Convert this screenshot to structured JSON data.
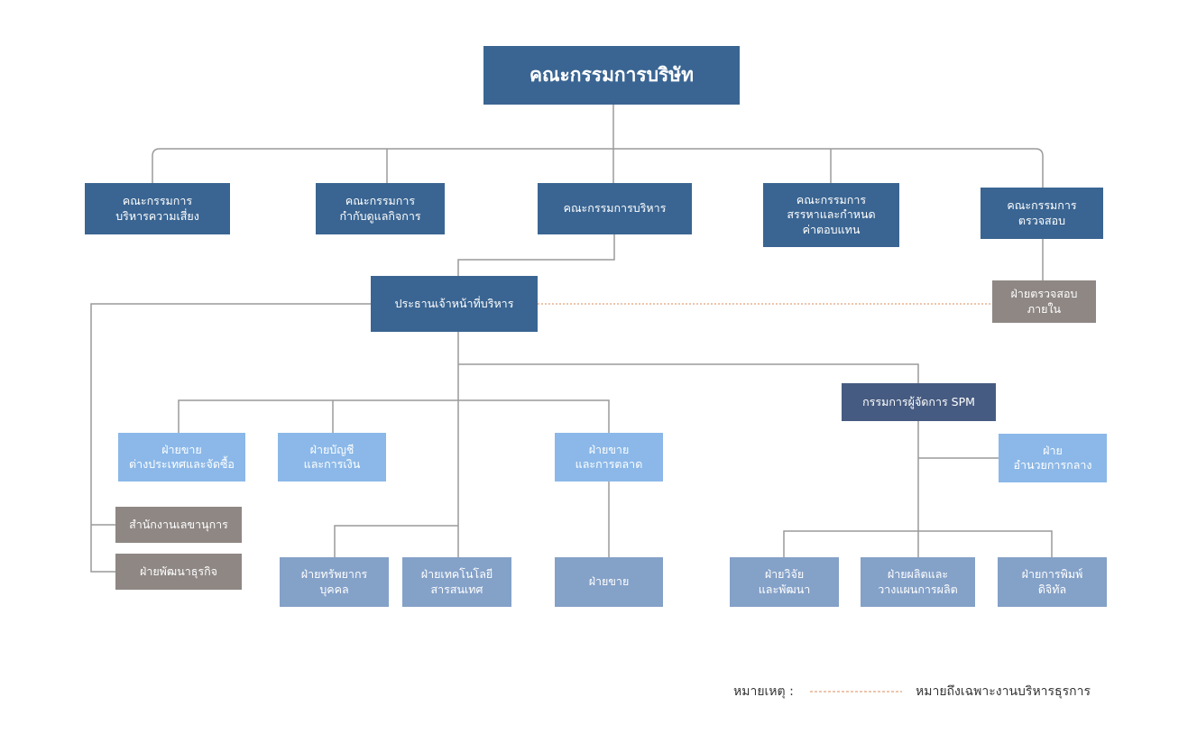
{
  "nodes": {
    "board": "คณะกรรมการบริษัท",
    "risk_committee": "คณะกรรมการ\nบริหารความเสี่ยง",
    "governance_committee": "คณะกรรมการ\nกำกับดูแลกิจการ",
    "executive_committee": "คณะกรรมการบริหาร",
    "nomination_committee": "คณะกรรมการ\nสรรหาและกำหนด\nค่าตอบแทน",
    "audit_committee": "คณะกรรมการ\nตรวจสอบ",
    "internal_audit": "ฝ่ายตรวจสอบ\nภายใน",
    "ceo": "ประธานเจ้าหน้าที่บริหาร",
    "md_spm": "กรรมการผู้จัดการ SPM",
    "intl_sales_procurement": "ฝ่ายขาย\nต่างประเทศและจัดซื้อ",
    "accounting_finance": "ฝ่ายบัญชี\nและการเงิน",
    "sales_marketing": "ฝ่ายขาย\nและการตลาด",
    "central_admin": "ฝ่าย\nอำนวยการกลาง",
    "secretary_office": "สำนักงานเลขานุการ",
    "business_dev": "ฝ่ายพัฒนาธุรกิจ",
    "human_resources": "ฝ่ายทรัพยากร\nบุคคล",
    "it": "ฝ่ายเทคโนโลยี\nสารสนเทศ",
    "sales": "ฝ่ายขาย",
    "rnd": "ฝ่ายวิจัย\nและพัฒนา",
    "production_planning": "ฝ่ายผลิตและ\nวางแผนการผลิต",
    "digital_printing": "ฝ่ายการพิมพ์\nดิจิทัล"
  },
  "legend": {
    "label": "หมายเหตุ :",
    "description": "หมายถึงเฉพาะงานบริหารธุรการ"
  },
  "colors": {
    "top_level": "#3a6592",
    "md_spm": "#465b81",
    "department_light": "#8bb8e8",
    "department_mid": "#84a1c8",
    "support_gray": "#8e8784",
    "connector": "#9a9a9a",
    "dotted_connector": "#e2a27a"
  }
}
